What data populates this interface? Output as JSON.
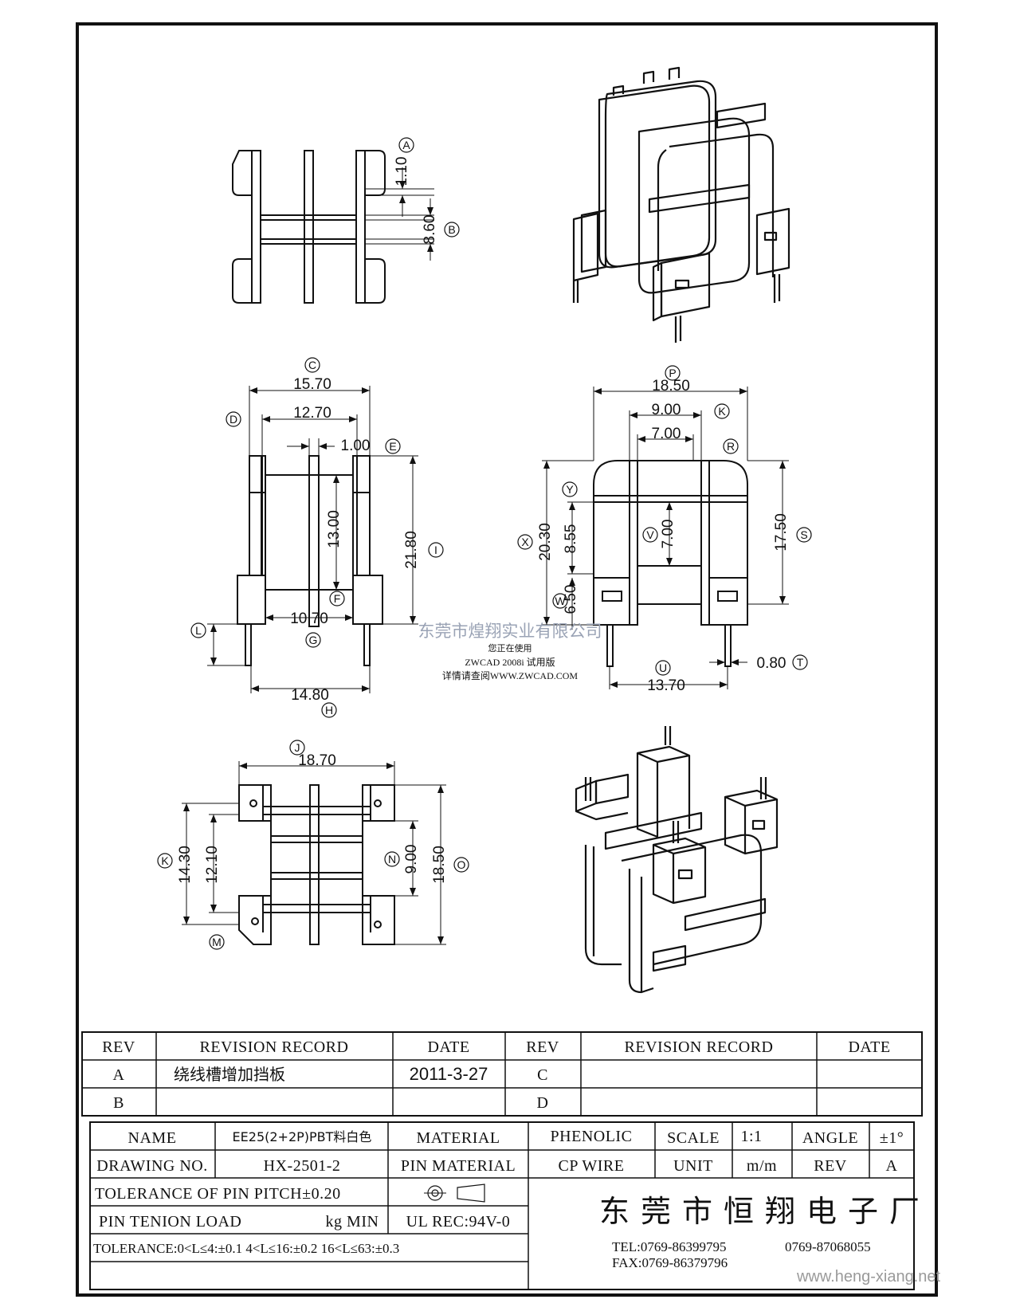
{
  "views": {
    "top": {
      "dims": {
        "a": "1.10",
        "b": "8.60"
      },
      "labels": {
        "a": "A",
        "b": "B"
      }
    },
    "side": {
      "dims": {
        "c": "15.70",
        "d": "12.70",
        "e": "1.00",
        "f": "13.00",
        "i": "21.80",
        "g": "10.70",
        "h": "14.80"
      },
      "labels": {
        "c": "C",
        "d": "D",
        "e": "E",
        "f": "F",
        "g": "G",
        "h": "H",
        "i": "I",
        "l": "L"
      }
    },
    "front": {
      "dims": {
        "p": "18.50",
        "k": "9.00",
        "r": "7.00",
        "s": "17.50",
        "x": "20.30",
        "y": "8.55",
        "v": "7.00",
        "w": "6.50",
        "u": "13.70",
        "t": "0.80"
      },
      "labels": {
        "p": "P",
        "k": "K",
        "r": "R",
        "s": "S",
        "x": "X",
        "y": "Y",
        "v": "V",
        "w": "W",
        "u": "U",
        "t": "T"
      }
    },
    "bottom": {
      "dims": {
        "j": "18.70",
        "k": "14.30",
        "m": "12.10",
        "n": "9.00",
        "o": "18.50"
      },
      "labels": {
        "j": "J",
        "k": "K",
        "m": "M",
        "n": "N",
        "o": "O"
      }
    }
  },
  "watermark": {
    "company": "东莞市煌翔实业有限公司",
    "line1": "您正在使用",
    "line2": "ZWCAD 2008i 试用版",
    "line3": "详情请查阅WWW.ZWCAD.COM"
  },
  "revision_table": {
    "headers": [
      "REV",
      "REVISION RECORD",
      "DATE",
      "REV",
      "REVISION RECORD",
      "DATE"
    ],
    "rows": [
      {
        "rev": "A",
        "record": "绕线槽增加挡板",
        "date": "2011-3-27",
        "rev2": "C",
        "record2": "",
        "date2": ""
      },
      {
        "rev": "B",
        "record": "",
        "date": "",
        "rev2": "D",
        "record2": "",
        "date2": ""
      }
    ]
  },
  "title_block": {
    "name_label": "NAME",
    "name_value": "EE25(2+2P)PBT料白色",
    "material_label": "MATERIAL",
    "material_value": "PHENOLIC",
    "scale_label": "SCALE",
    "scale_value": "1:1",
    "angle_label": "ANGLE",
    "angle_value": "±1°",
    "drawing_no_label": "DRAWING NO.",
    "drawing_no_value": "HX-2501-2",
    "pin_material_label": "PIN MATERIAL",
    "pin_material_value": "CP WIRE",
    "unit_label": "UNIT",
    "unit_value": "m/m",
    "rev_label": "REV",
    "rev_value": "A",
    "tolerance_pitch": "TOLERANCE OF PIN PITCH±0.20",
    "pin_tension": "PIN TENION LOAD",
    "pin_tension_unit": "kg MIN",
    "ul": "UL REC:94V-0",
    "tolerance": "TOLERANCE:0<L≤4:±0.1  4<L≤16:±0.2  16<L≤63:±0.3",
    "company": "东莞市恒翔电子厂",
    "tel": "TEL:0769-86399795",
    "tel2": "0769-87068055",
    "fax": "FAX:0769-86379796",
    "website": "www.heng-xiang.net"
  }
}
